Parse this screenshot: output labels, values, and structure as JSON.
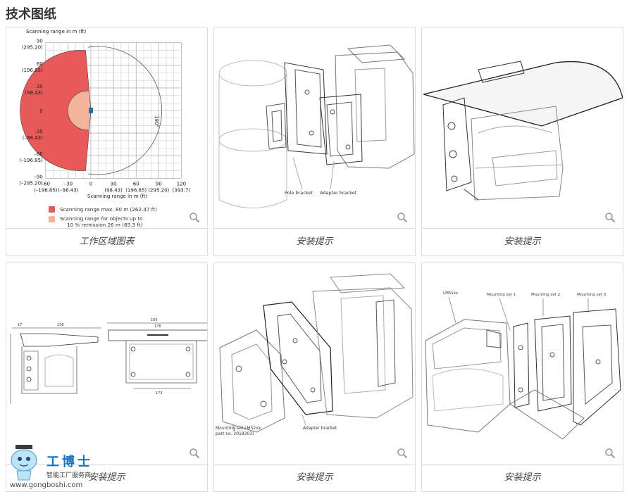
{
  "page": {
    "title": "技术图纸"
  },
  "cards": [
    {
      "caption": "工作区域图表"
    },
    {
      "caption": "安装提示"
    },
    {
      "caption": "安装提示"
    },
    {
      "caption": "安装提示"
    },
    {
      "caption": "安装提示"
    },
    {
      "caption": "安装提示"
    }
  ],
  "chart_data": {
    "type": "area",
    "title": "Scanning range in m (ft)",
    "xlabel": "Scanning range in m (ft)",
    "y_ticks": [
      "90",
      "(295.20)",
      "60",
      "(196.85)",
      "30",
      "(98.43)",
      "0",
      "–30",
      "(–98.43)",
      "–60",
      "(–196.85)",
      "–90",
      "(–295.20)"
    ],
    "x_ticks": [
      "–60",
      "(–196.85)",
      "–30",
      "(–98.43)",
      "0",
      "30",
      "(98.43)",
      "60",
      "(196.85)",
      "90",
      "(295.20)",
      "120",
      "(393.7)"
    ],
    "dimension_label": "190°",
    "series": [
      {
        "name": "Scanning range max. 80 m (262.47 ft)",
        "radius": 80,
        "color": "#e85a5a"
      },
      {
        "name": "Scanning range for objects up to 10 % remission 26 m (85.3 ft)",
        "radius": 26,
        "color": "#f2b49b"
      }
    ],
    "legend": [
      "Scanning range max. 80 m (262.47  ft)",
      "Scanning range for objects up to",
      "10 % remission 26 m (85.3 ft)"
    ]
  },
  "drawings": {
    "card2": {
      "labels": [
        "Pole bracket",
        "Adapter bracket"
      ]
    },
    "card4": {
      "labels": [
        "17",
        "236",
        "165",
        "178",
        "173"
      ]
    },
    "card5": {
      "labels": [
        "Mounting set LMS2xx",
        "part no. 2018303)",
        "Adapter bracket"
      ]
    },
    "card6": {
      "labels": [
        "LMS1xx",
        "Mounting set 1",
        "Mounting set 2",
        "Mounting set 3"
      ]
    }
  },
  "watermark": {
    "brand": "工博士",
    "sub": "智能工厂服务商",
    "url": "www.gongboshi.com"
  }
}
